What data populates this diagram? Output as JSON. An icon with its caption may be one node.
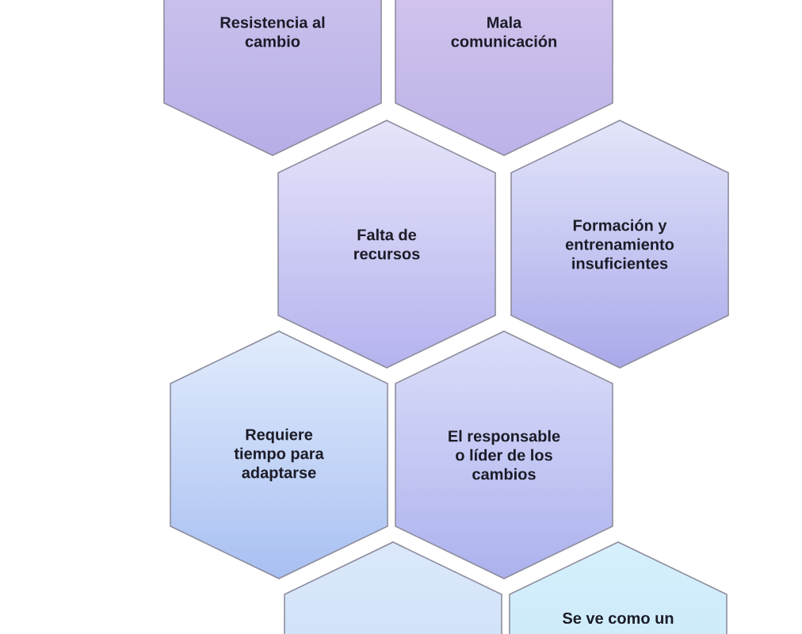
{
  "diagram": {
    "nodes": [
      {
        "text": [
          "Resistencia al cambio"
        ]
      },
      {
        "text": [
          "Mala comunicación"
        ]
      },
      {
        "text": [
          "Falta de recursos"
        ]
      },
      {
        "text": [
          "Formación y entrenamiento insuficientes"
        ]
      },
      {
        "text": [
          "Requiere tiempo para adaptarse"
        ]
      },
      {
        "text": [
          "El responsable o líder de los cambios"
        ]
      },
      {
        "text": [],
        "shape": "hexagon"
      },
      {
        "text": [
          "Se ve como un"
        ]
      }
    ]
  }
}
